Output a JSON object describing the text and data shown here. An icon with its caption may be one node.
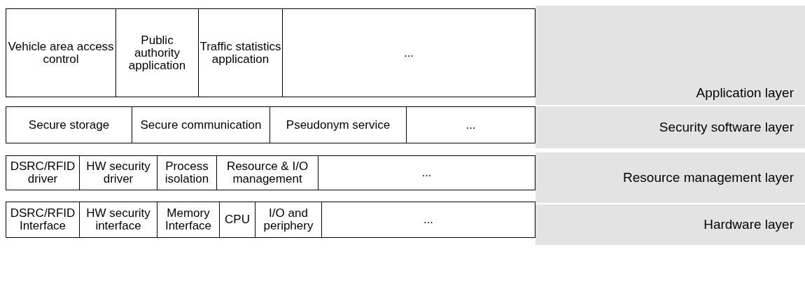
{
  "diagram": {
    "nodes": [
      {
        "text": [
          "Vehicle area access control"
        ]
      },
      {
        "text": [
          "Public authority application"
        ]
      },
      {
        "text": [
          "Traffic statistics application"
        ]
      },
      {
        "text": [
          "..."
        ]
      },
      {
        "text": [
          "Application layer"
        ]
      },
      {
        "text": [
          "Secure storage"
        ]
      },
      {
        "text": [
          "Secure communication"
        ]
      },
      {
        "text": [
          "Pseudonym service"
        ]
      },
      {
        "text": [
          "..."
        ]
      },
      {
        "text": [
          "Security software layer"
        ]
      },
      {
        "text": [
          "DSRC/RFID driver"
        ]
      },
      {
        "text": [
          "HW security driver"
        ]
      },
      {
        "text": [
          "Process isolation"
        ]
      },
      {
        "text": [
          "Resource & I/O management"
        ]
      },
      {
        "text": [
          "..."
        ]
      },
      {
        "text": [
          "Resource management layer"
        ]
      },
      {
        "text": [
          "DSRC/RFID Interface"
        ]
      },
      {
        "text": [
          "HW security interface"
        ]
      },
      {
        "text": [
          "Memory Interface"
        ]
      },
      {
        "text": [
          "CPU"
        ]
      },
      {
        "text": [
          "I/O and periphery"
        ]
      },
      {
        "text": [
          "..."
        ]
      },
      {
        "text": [
          "Hardware layer"
        ]
      }
    ]
  }
}
